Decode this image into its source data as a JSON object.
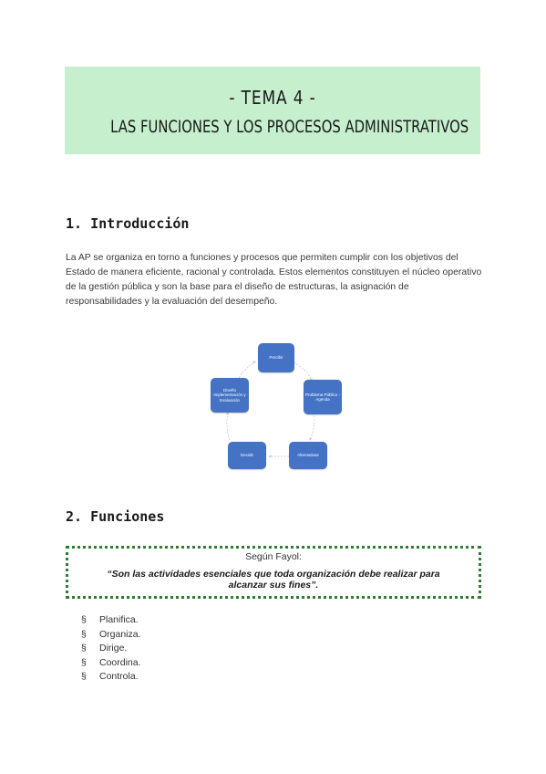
{
  "header": {
    "title_line1": "- TEMA 4 -",
    "title_line2": "LAS FUNCIONES Y LOS PROCESOS ADMINISTRATIVOS",
    "background": "#c6efce"
  },
  "intro": {
    "heading": "1. Introducción",
    "paragraph": "La AP se organiza en torno a funciones y procesos que permiten cumplir con los objetivos del Estado de manera eficiente, racional y controlada. Estos elementos constituyen el núcleo operativo de la gestión pública y son la base para el diseño de estructuras, la asignación de responsabilidades y la evaluación del desempeño."
  },
  "diagram": {
    "node_color": "#4472c4",
    "nodes": [
      {
        "label": "Percibir"
      },
      {
        "label": "Problema Público - Agenda"
      },
      {
        "label": "Alternativas"
      },
      {
        "label": "Decidir"
      },
      {
        "label": "Diseño Implementación y Evaluación"
      }
    ]
  },
  "functions": {
    "heading": "2. Funciones",
    "quote_heading": "Según Fayol:",
    "quote_text": "“Son las actividades esenciales que toda organización debe realizar para alcanzar sus fines”.",
    "bullet_symbol": "§",
    "items": [
      "Planifica.",
      "Organiza.",
      "Dirige.",
      "Coordina.",
      "Controla."
    ]
  }
}
